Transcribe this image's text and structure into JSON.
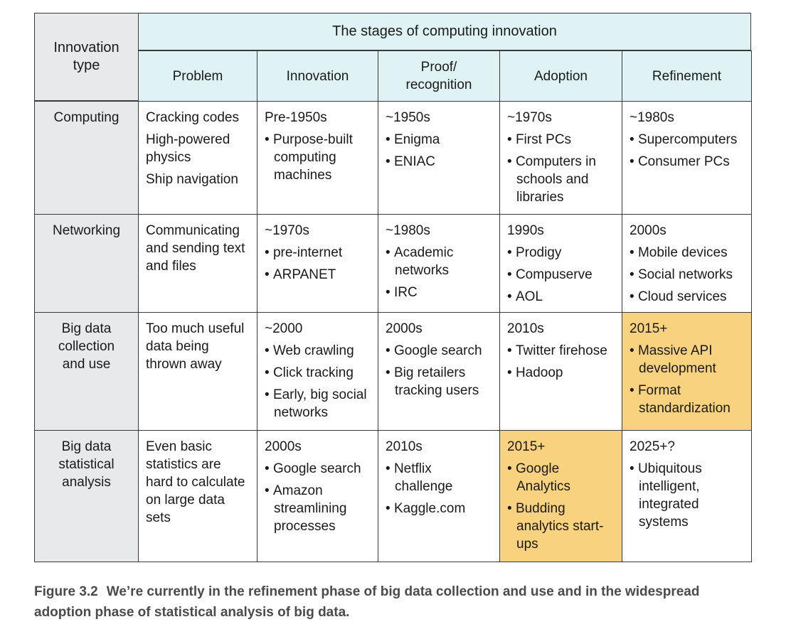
{
  "table": {
    "corner_label": "Innovation\ntype",
    "group_header": "The stages of computing innovation",
    "columns": [
      "Problem",
      "Innovation",
      "Proof/\nrecognition",
      "Adoption",
      "Refinement"
    ],
    "rows": [
      {
        "label": "Computing",
        "problem": [
          "Cracking codes",
          "High-powered physics",
          "Ship navigation"
        ],
        "stages": [
          {
            "period": "Pre-1950s",
            "items": [
              "Purpose-built computing machines"
            ]
          },
          {
            "period": "~1950s",
            "items": [
              "Enigma",
              "ENIAC"
            ]
          },
          {
            "period": "~1970s",
            "items": [
              "First PCs",
              "Computers in schools and libraries"
            ]
          },
          {
            "period": "~1980s",
            "items": [
              "Supercomputers",
              "Consumer PCs"
            ]
          }
        ]
      },
      {
        "label": "Networking",
        "problem": [
          "Communicating and sending text and files"
        ],
        "stages": [
          {
            "period": "~1970s",
            "items": [
              "pre-internet",
              "ARPANET"
            ]
          },
          {
            "period": "~1980s",
            "items": [
              "Academic networks",
              "IRC"
            ]
          },
          {
            "period": "1990s",
            "items": [
              "Prodigy",
              "Compuserve",
              "AOL"
            ]
          },
          {
            "period": "2000s",
            "items": [
              "Mobile devices",
              "Social networks",
              "Cloud services"
            ]
          }
        ]
      },
      {
        "label": "Big data\ncollection\nand use",
        "problem": [
          "Too much useful data being thrown away"
        ],
        "stages": [
          {
            "period": "~2000",
            "items": [
              "Web crawling",
              "Click tracking",
              "Early, big social networks"
            ]
          },
          {
            "period": "2000s",
            "items": [
              "Google search",
              "Big retailers tracking users"
            ]
          },
          {
            "period": "2010s",
            "items": [
              "Twitter firehose",
              "Hadoop"
            ]
          },
          {
            "period": "2015+",
            "items": [
              "Massive API development",
              "Format standardization"
            ]
          }
        ]
      },
      {
        "label": "Big data\nstatistical\nanalysis",
        "problem": [
          "Even basic statistics are hard to calculate on large data sets"
        ],
        "stages": [
          {
            "period": "2000s",
            "items": [
              "Google search",
              "Amazon streamlining processes"
            ]
          },
          {
            "period": "2010s",
            "items": [
              "Netflix challenge",
              "Kaggle.com"
            ]
          },
          {
            "period": "2015+",
            "items": [
              "Google Analytics",
              "Budding analytics start-ups"
            ]
          },
          {
            "period": "2025+?",
            "items": [
              "Ubiquitous intelligent, integrated systems"
            ]
          }
        ]
      }
    ],
    "highlight_color": "#f8d27f",
    "header_color": "#dff3f4",
    "rowhead_color": "#e8e9ea"
  },
  "caption": {
    "label": "Figure 3.2",
    "text": "We’re currently in the refinement phase of big data collection and use and in the widespread adoption phase of statistical analysis of big data."
  }
}
